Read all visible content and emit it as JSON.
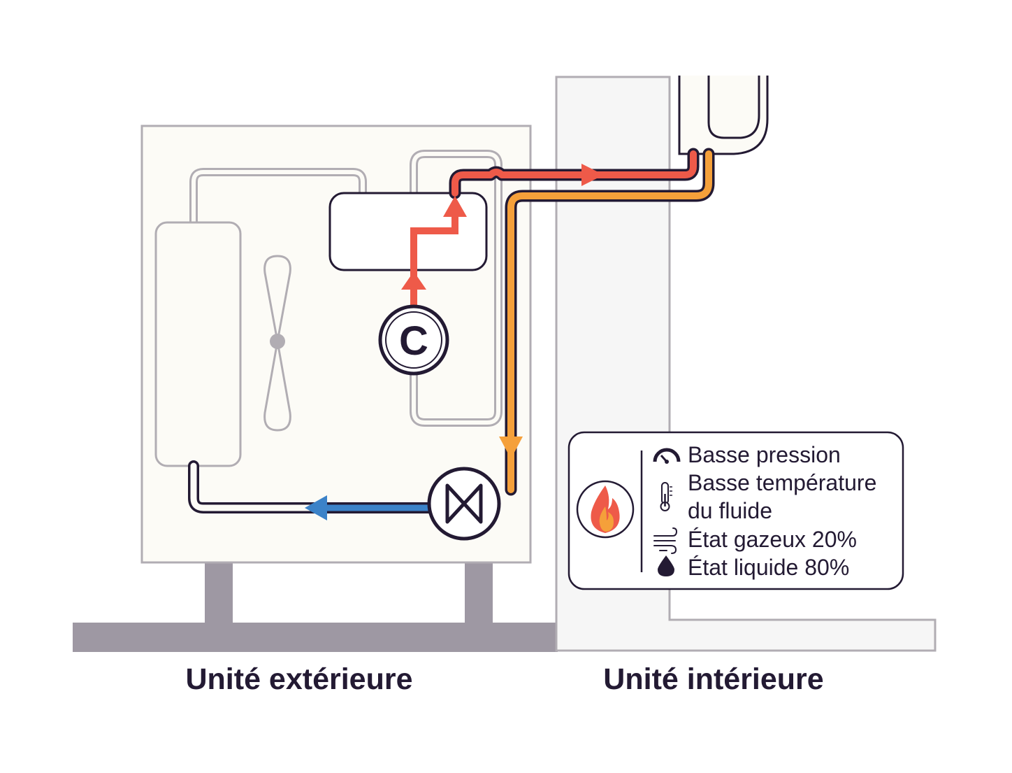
{
  "labels": {
    "outdoor_unit": "Unité extérieure",
    "indoor_unit": "Unité intérieure",
    "compressor": "C"
  },
  "legend": {
    "items": [
      {
        "icon": "pressure-gauge-icon",
        "text": "Basse pression"
      },
      {
        "icon": "thermometer-icon",
        "text": "Basse température"
      },
      {
        "icon": "",
        "text": "du fluide"
      },
      {
        "icon": "wind-gas-icon",
        "text": "État gazeux 20%"
      },
      {
        "icon": "liquid-drop-icon",
        "text": "État liquide 80%"
      }
    ],
    "badge_icon": "flame-icon"
  },
  "colors": {
    "hot_gas_line": "#ee5a49",
    "warm_line": "#f5a03a",
    "cold_line": "#3b82c8",
    "outline": "#231a33",
    "ground": "#9e98a3",
    "wall": "#f6f6f6",
    "unit_body": "#fcfbf6",
    "unit_border": "#b1adb3"
  }
}
